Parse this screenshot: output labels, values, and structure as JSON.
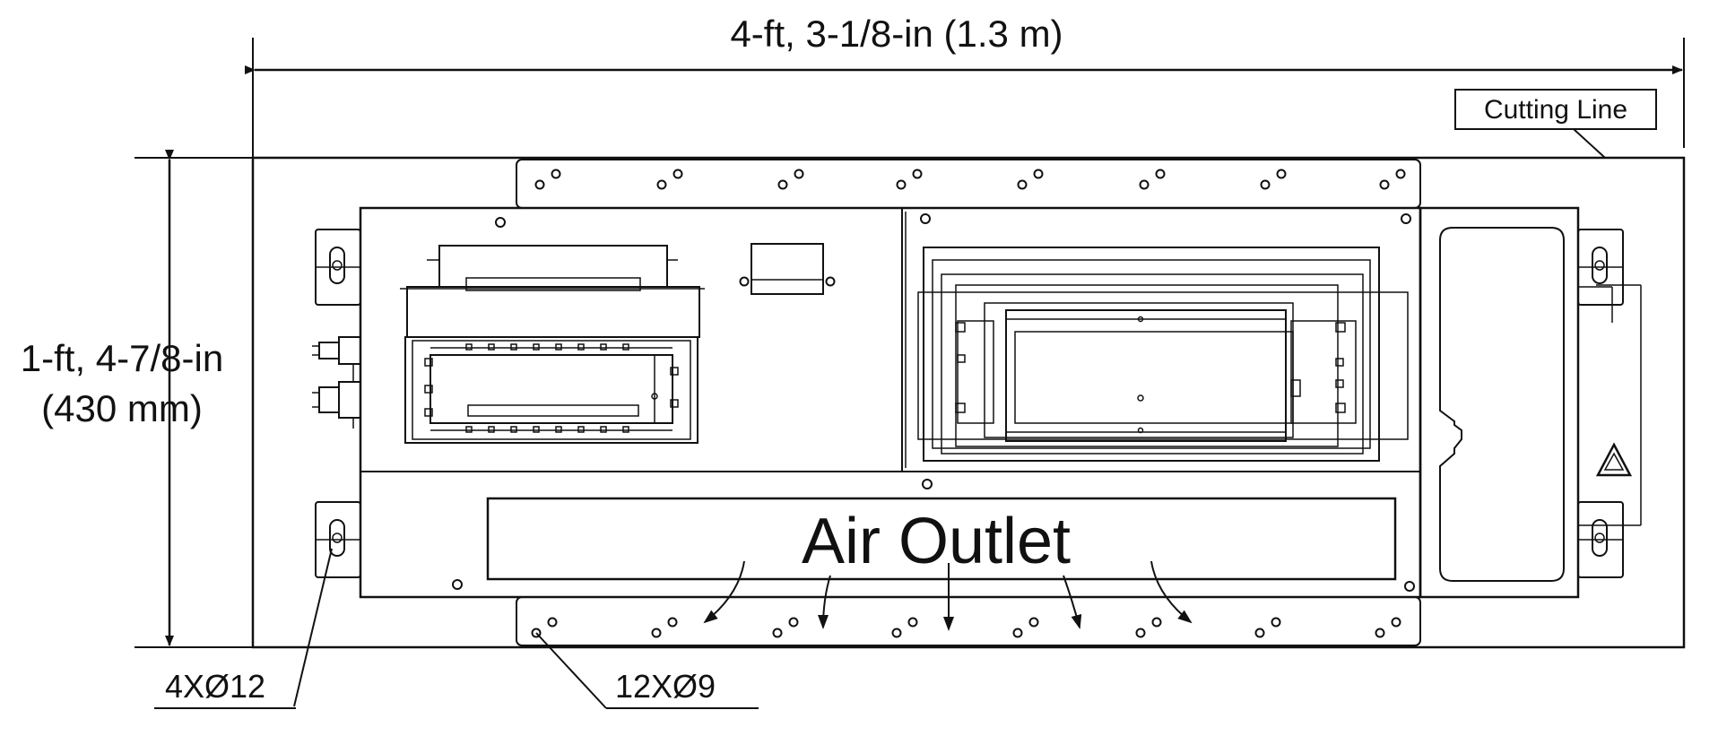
{
  "dimensions": {
    "width_label": "4-ft, 3-1/8-in (1.3 m)",
    "height_label_line1": "1-ft, 4-7/8-in",
    "height_label_line2": "(430 mm)"
  },
  "callouts": {
    "cutting_line": "Cutting Line",
    "hanger_holes": "4XØ12",
    "flange_holes": "12XØ9"
  },
  "outlet": {
    "label": "Air Outlet"
  }
}
